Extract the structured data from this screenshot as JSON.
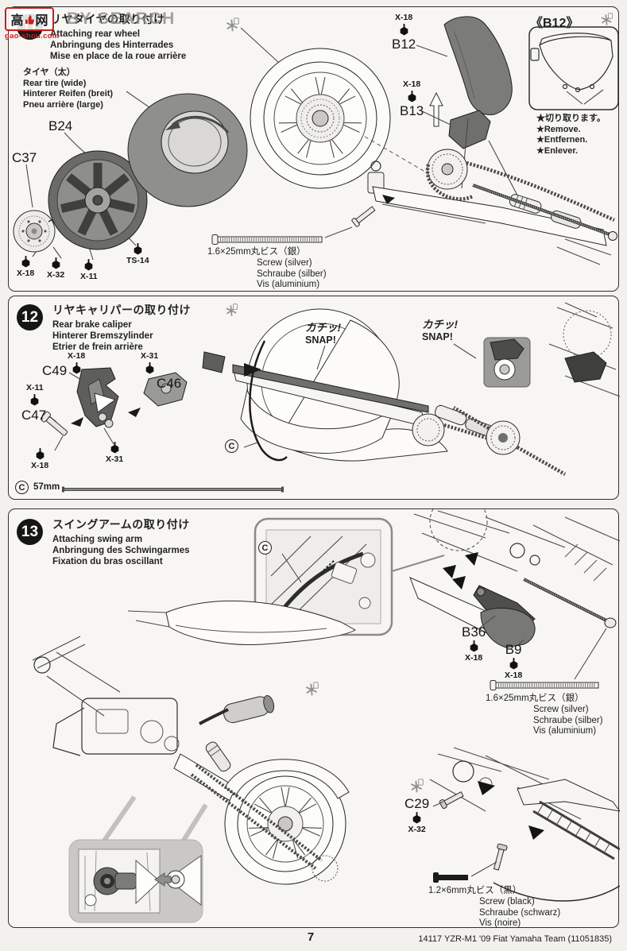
{
  "watermark": {
    "logo_left": "高",
    "logo_right": "网",
    "logo_sub": "gao-shou.com",
    "overlay": "BY SEARCH"
  },
  "footer": {
    "page_number": "7",
    "product": "14117 YZR-M1 '09 Fiat Yamaha Team (11051835)"
  },
  "step11": {
    "badge": "11",
    "title_ja": "リヤタイヤの取り付け",
    "title_en": "Attaching rear wheel",
    "title_de": "Anbringung des Hinterrades",
    "title_fr": "Mise en place de la roue arrière",
    "tire_note_ja": "タイヤ（太）",
    "tire_note_en": "Rear tire (wide)",
    "tire_note_de": "Hinterer Reifen (breit)",
    "tire_note_fr": "Pneu arrière (large)",
    "b24": "B24",
    "c37": "C37",
    "x18_disc": "X-18",
    "x32": "X-32",
    "x11": "X-11",
    "ts14": "TS-14",
    "x18_b12": "X-18",
    "b12": "B12",
    "x18_b13": "X-18",
    "b13": "B13",
    "inset_title": "《B12》",
    "inset_note_ja": "★切り取ります。",
    "inset_note_en": "★Remove.",
    "inset_note_de": "★Entfernen.",
    "inset_note_fr": "★Enlever.",
    "screw_ja": "1.6×25mm丸ビス（銀）",
    "screw_en": "Screw (silver)",
    "screw_de": "Schraube (silber)",
    "screw_fr": "Vis (aluminium)"
  },
  "step12": {
    "badge": "12",
    "title_ja": "リヤキャリパーの取り付け",
    "title_en": "Rear brake caliper",
    "title_de": "Hinterer Bremszylinder",
    "title_fr": "Etrier de frein arrière",
    "x18_c49": "X-18",
    "c49": "C49",
    "x31_c46": "X-31",
    "c46": "C46",
    "x11_c47": "X-11",
    "c47": "C47",
    "x31_b": "X-31",
    "x18_b": "X-18",
    "snap1_ja": "カチッ!",
    "snap1_en": "SNAP!",
    "snap2_ja": "カチッ!",
    "snap2_en": "SNAP!",
    "cable_label": "C",
    "cable_ref": "C",
    "cable_length": "57mm"
  },
  "step13": {
    "badge": "13",
    "title_ja": "スイングアームの取り付け",
    "title_en": "Attaching swing arm",
    "title_de": "Anbringung des Schwingarmes",
    "title_fr": "Fixation du bras oscillant",
    "inset_label": "C",
    "b36": "B36",
    "x18_b36": "X-18",
    "b9": "B9",
    "x18_b9": "X-18",
    "screw_silver_ja": "1.6×25mm丸ビス（銀）",
    "screw_silver_en": "Screw (silver)",
    "screw_silver_de": "Schraube (silber)",
    "screw_silver_fr": "Vis (aluminium)",
    "c29": "C29",
    "x32_c29": "X-32",
    "screw_black_ja": "1.2×6mm丸ビス（黒）",
    "screw_black_en": "Screw (black)",
    "screw_black_de": "Schraube (schwarz)",
    "screw_black_fr": "Vis (noire)"
  }
}
